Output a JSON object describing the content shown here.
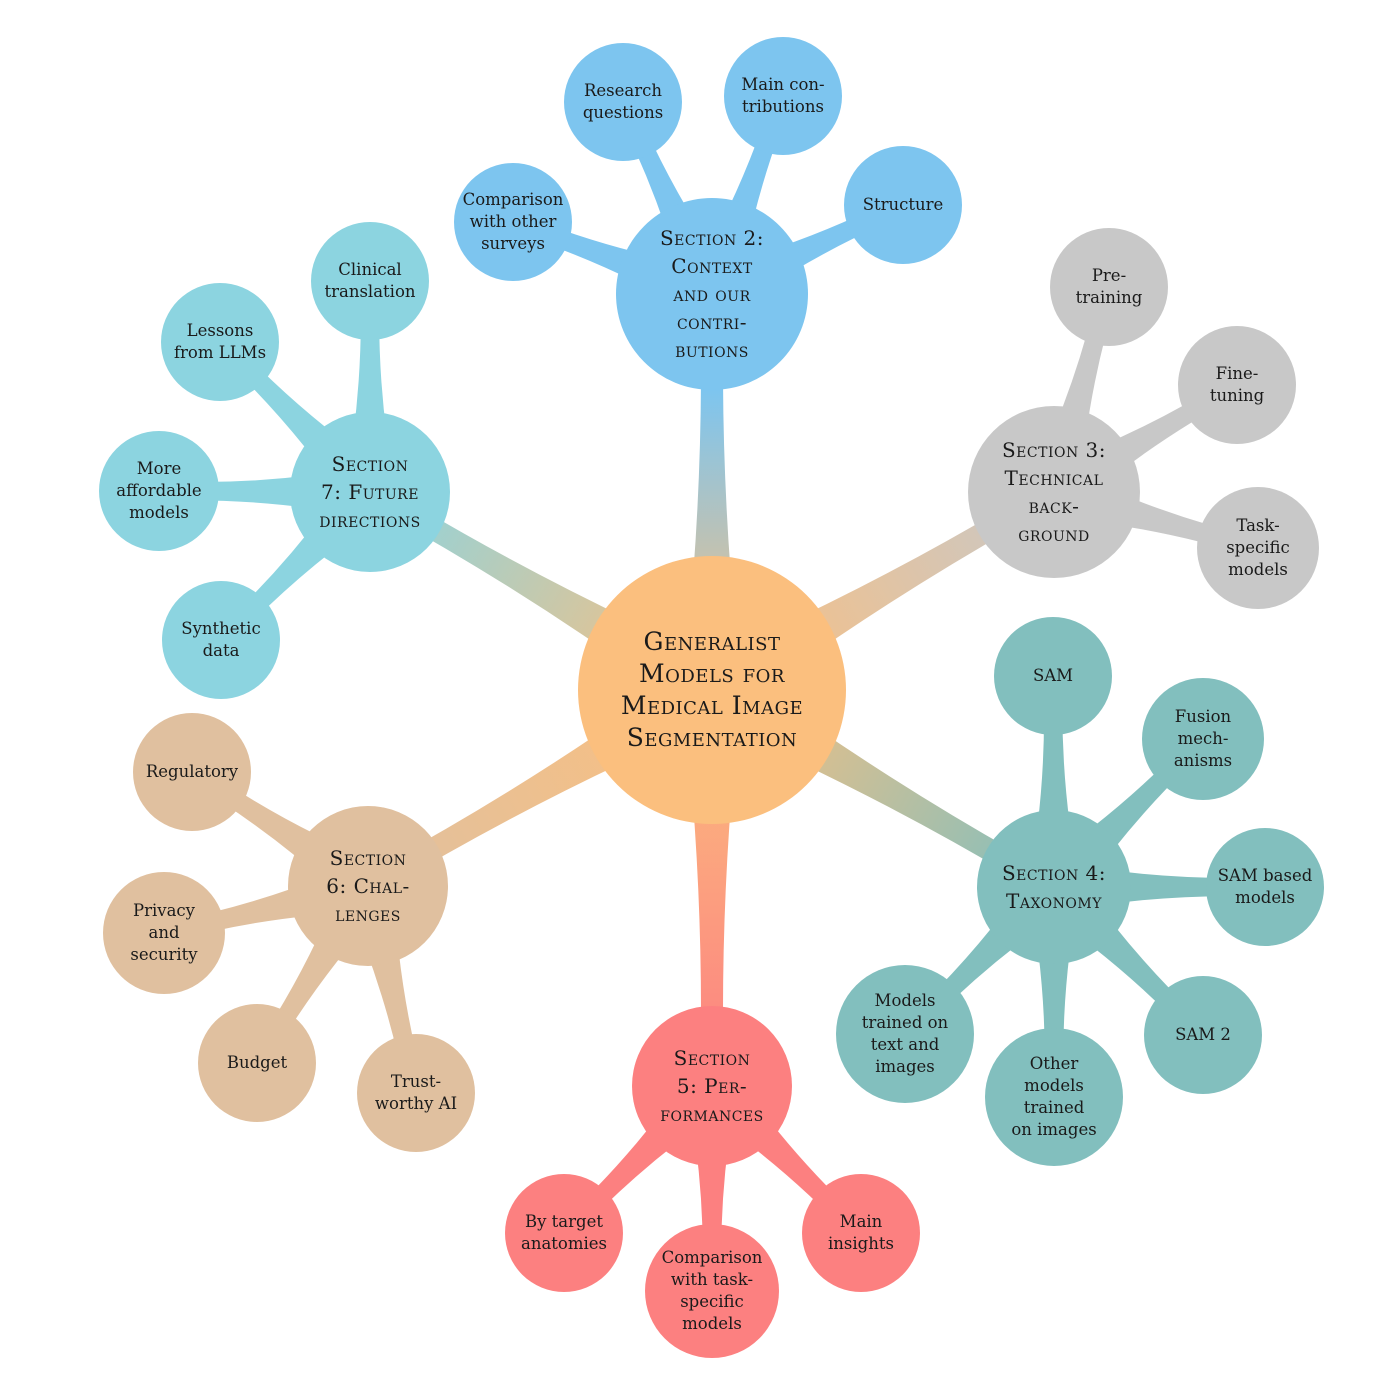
{
  "colors": {
    "center": "#fbbf7e",
    "section2": "#7dc5ef",
    "section3": "#c8c8c8",
    "section4": "#82bfbe",
    "section5": "#fc8080",
    "section6": "#e0c09f",
    "section7": "#8cd4e0"
  },
  "center": {
    "label": "Generalist\nModels for\nMedical Image\nSegmentation"
  },
  "sections": [
    {
      "id": "s2",
      "label": "Section 2:\nContext\nand our\ncontri-\nbutions",
      "children": [
        "Comparison\nwith other\nsurveys",
        "Research\nquestions",
        "Main con-\ntributions",
        "Structure"
      ]
    },
    {
      "id": "s3",
      "label": "Section 3:\nTechnical\nback-\nground",
      "children": [
        "Pre-\ntraining",
        "Fine-\ntuning",
        "Task-\nspecific\nmodels"
      ]
    },
    {
      "id": "s4",
      "label": "Section 4:\nTaxonomy",
      "children": [
        "SAM",
        "Fusion\nmech-\nanisms",
        "SAM based\nmodels",
        "SAM 2",
        "Other\nmodels\ntrained\non images",
        "Models\ntrained on\ntext and\nimages"
      ]
    },
    {
      "id": "s5",
      "label": "Section\n5: Per-\nformances",
      "children": [
        "By target\nanatomies",
        "Comparison\nwith task-\nspecific\nmodels",
        "Main\ninsights"
      ]
    },
    {
      "id": "s6",
      "label": "Section\n6: Chal-\nlenges",
      "children": [
        "Regulatory",
        "Privacy\nand\nsecurity",
        "Budget",
        "Trust-\nworthy AI"
      ]
    },
    {
      "id": "s7",
      "label": "Section\n7: Future\ndirections",
      "children": [
        "Clinical\ntranslation",
        "Lessons\nfrom LLMs",
        "More\naffordable\nmodels",
        "Synthetic\ndata"
      ]
    }
  ]
}
